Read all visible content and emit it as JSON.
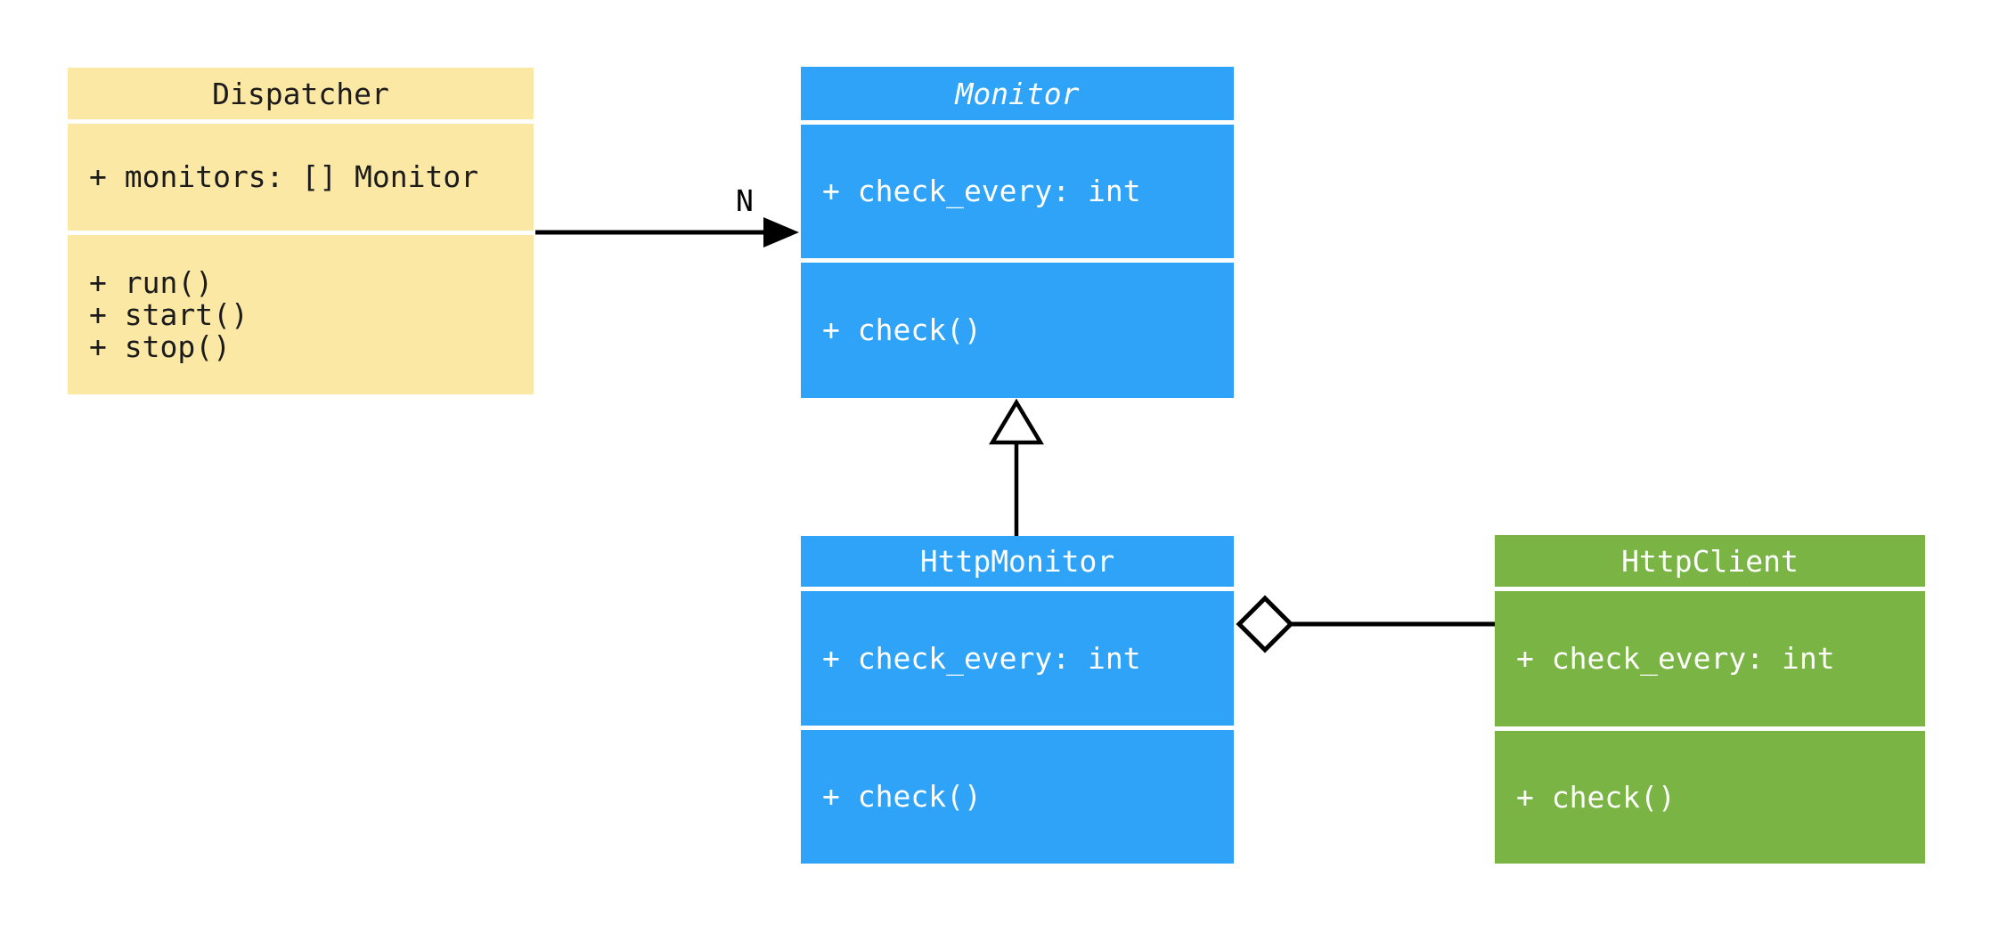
{
  "diagram": {
    "kind": "uml-class-diagram",
    "colors": {
      "dispatcher_fill": "#FCE8A5",
      "monitor_fill": "#2EA3F7",
      "http_client_fill": "#79B445",
      "separator": "#FFFFFF",
      "connector": "#000000"
    },
    "classes": [
      {
        "id": "dispatcher",
        "title": "Dispatcher",
        "abstract": false,
        "attributes": [
          "+ monitors: [] Monitor"
        ],
        "methods": [
          "+ run()",
          "+ start()",
          "+ stop()"
        ]
      },
      {
        "id": "monitor",
        "title": "Monitor",
        "abstract": true,
        "attributes": [
          "+ check_every: int"
        ],
        "methods": [
          "+ check()"
        ]
      },
      {
        "id": "http-monitor",
        "title": "HttpMonitor",
        "abstract": false,
        "attributes": [
          "+ check_every: int"
        ],
        "methods": [
          "+ check()"
        ]
      },
      {
        "id": "http-client",
        "title": "HttpClient",
        "abstract": false,
        "attributes": [
          "+ check_every: int"
        ],
        "methods": [
          "+ check()"
        ]
      }
    ],
    "relationships": [
      {
        "type": "association",
        "from": "Dispatcher",
        "to": "Monitor",
        "multiplicity": "N"
      },
      {
        "type": "inheritance",
        "from": "HttpMonitor",
        "to": "Monitor"
      },
      {
        "type": "aggregation",
        "from": "HttpMonitor",
        "to": "HttpClient"
      }
    ]
  }
}
